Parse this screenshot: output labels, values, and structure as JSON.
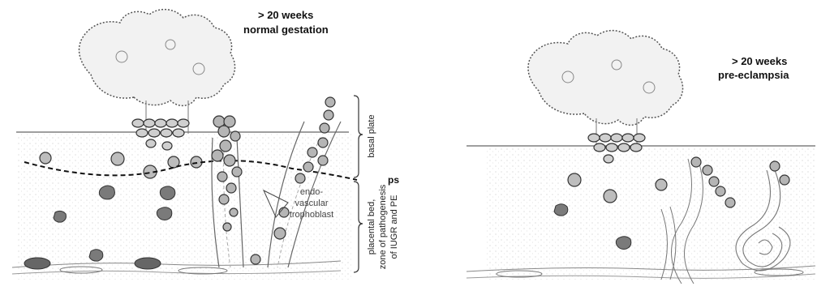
{
  "left_panel": {
    "title_line1": "> 20 weeks",
    "title_line2": "normal gestation",
    "label_basal_plate": "basal plate",
    "label_ps": "ps",
    "label_placental_bed_line1": "placental bed,",
    "label_placental_bed_line2": "zone of pathogenesis",
    "label_placental_bed_line3": "of IUGR and PE",
    "label_endo_line1": "endo-",
    "label_endo_line2": "vascular",
    "label_endo_line3": "trophoblast"
  },
  "right_panel": {
    "title_line1": "> 20 weeks",
    "title_line2": "pre-eclampsia"
  }
}
